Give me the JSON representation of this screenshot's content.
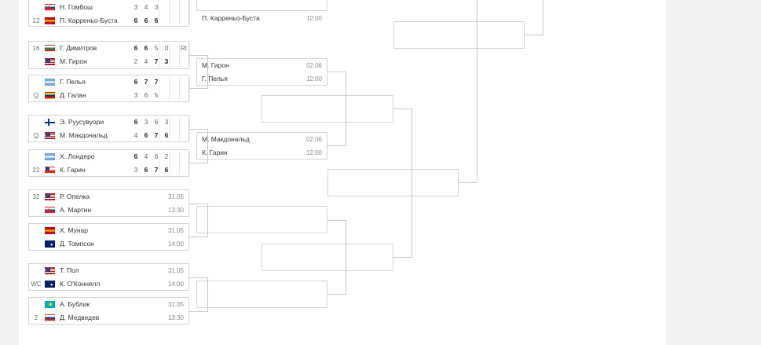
{
  "round1": [
    {
      "id": "m1",
      "status": "done",
      "players": [
        {
          "seed": "",
          "flag": "sk",
          "name": "Н. Гомбош",
          "sets": [
            "3",
            "4",
            "3"
          ],
          "won": [
            false,
            false,
            false
          ]
        },
        {
          "seed": "12",
          "flag": "es",
          "name": "П. Карреньо-Буста",
          "sets": [
            "6",
            "6",
            "6"
          ],
          "won": [
            true,
            true,
            true
          ]
        }
      ]
    },
    {
      "id": "m2",
      "status": "done",
      "retired": "Rt",
      "players": [
        {
          "seed": "16",
          "flag": "bg",
          "name": "Г. Димитров",
          "sets": [
            "6",
            "6",
            "5",
            "0"
          ],
          "won": [
            true,
            true,
            false,
            false
          ]
        },
        {
          "seed": "",
          "flag": "us",
          "name": "М. Гирон",
          "sets": [
            "2",
            "4",
            "7",
            "3"
          ],
          "won": [
            false,
            false,
            true,
            true
          ]
        }
      ]
    },
    {
      "id": "m3",
      "status": "done",
      "players": [
        {
          "seed": "",
          "flag": "ar",
          "name": "Г. Пелья",
          "sets": [
            "6",
            "7",
            "7"
          ],
          "won": [
            true,
            true,
            true
          ]
        },
        {
          "seed": "Q",
          "flag": "co",
          "name": "Д. Галан",
          "sets": [
            "3",
            "6",
            "5"
          ],
          "won": [
            false,
            false,
            false
          ]
        }
      ]
    },
    {
      "id": "m4",
      "status": "done",
      "players": [
        {
          "seed": "",
          "flag": "fi",
          "name": "Э. Руусувуори",
          "sets": [
            "6",
            "3",
            "6",
            "3"
          ],
          "won": [
            true,
            false,
            false,
            false
          ]
        },
        {
          "seed": "Q",
          "flag": "us",
          "name": "М. Макдональд",
          "sets": [
            "4",
            "6",
            "7",
            "6"
          ],
          "won": [
            false,
            true,
            true,
            true
          ]
        }
      ]
    },
    {
      "id": "m5",
      "status": "done",
      "players": [
        {
          "seed": "",
          "flag": "ar",
          "name": "Х. Лондеро",
          "sets": [
            "6",
            "4",
            "6",
            "2"
          ],
          "won": [
            true,
            false,
            false,
            false
          ]
        },
        {
          "seed": "22",
          "flag": "cl",
          "name": "К. Гарин",
          "sets": [
            "3",
            "6",
            "7",
            "6"
          ],
          "won": [
            false,
            true,
            true,
            true
          ]
        }
      ]
    },
    {
      "id": "m6",
      "status": "scheduled",
      "date": "31.05",
      "time": "13:30",
      "players": [
        {
          "seed": "32",
          "flag": "us",
          "name": "Р. Опелка"
        },
        {
          "seed": "",
          "flag": "sk",
          "name": "А. Мартин"
        }
      ]
    },
    {
      "id": "m7",
      "status": "scheduled",
      "date": "31.05",
      "time": "14:00",
      "players": [
        {
          "seed": "",
          "flag": "es",
          "name": "Х. Мунар"
        },
        {
          "seed": "",
          "flag": "au",
          "name": "Д. Томпсон"
        }
      ]
    },
    {
      "id": "m8",
      "status": "scheduled",
      "date": "31.05",
      "time": "14:00",
      "players": [
        {
          "seed": "",
          "flag": "us",
          "name": "Т. Пол"
        },
        {
          "seed": "WC",
          "flag": "au",
          "name": "К. О'Коннелл"
        }
      ]
    },
    {
      "id": "m9",
      "status": "scheduled",
      "date": "31.05",
      "time": "13:30",
      "players": [
        {
          "seed": "",
          "flag": "kz",
          "name": "А. Бублик"
        },
        {
          "seed": "2",
          "flag": "ru",
          "name": "Д. Медведев"
        }
      ]
    }
  ],
  "round2": [
    {
      "id": "r2a",
      "date": "",
      "time": "12:00",
      "players": [
        "",
        "П. Карреньо-Буста"
      ]
    },
    {
      "id": "r2b",
      "date": "02.06",
      "time": "12:00",
      "players": [
        "М. Гирон",
        "Г. Пелья"
      ]
    },
    {
      "id": "r2c",
      "date": "02.06",
      "time": "12:00",
      "players": [
        "М. Макдональд",
        "К. Гарин"
      ]
    }
  ],
  "flag_colors": {
    "sk": [
      "#ffffff",
      "#0b4ea2",
      "#ee1c25"
    ],
    "es": [
      "#c60b1e",
      "#ffc400",
      "#c60b1e"
    ],
    "bg": [
      "#ffffff",
      "#00966e",
      "#d62612"
    ],
    "us": [
      "#b22234",
      "#ffffff",
      "#3c3b6e"
    ],
    "ar": [
      "#74acdf",
      "#ffffff",
      "#74acdf"
    ],
    "co": [
      "#fcd116",
      "#003893",
      "#ce1126"
    ],
    "fi": [
      "#ffffff",
      "#003580",
      "#ffffff"
    ],
    "cl": [
      "#0039a6",
      "#ffffff",
      "#d52b1e"
    ],
    "au": [
      "#012169",
      "#ffffff",
      "#e4002b"
    ],
    "kz": [
      "#00afca",
      "#fec50c",
      "#00afca"
    ],
    "ru": [
      "#ffffff",
      "#0039a6",
      "#d52b1e"
    ]
  }
}
